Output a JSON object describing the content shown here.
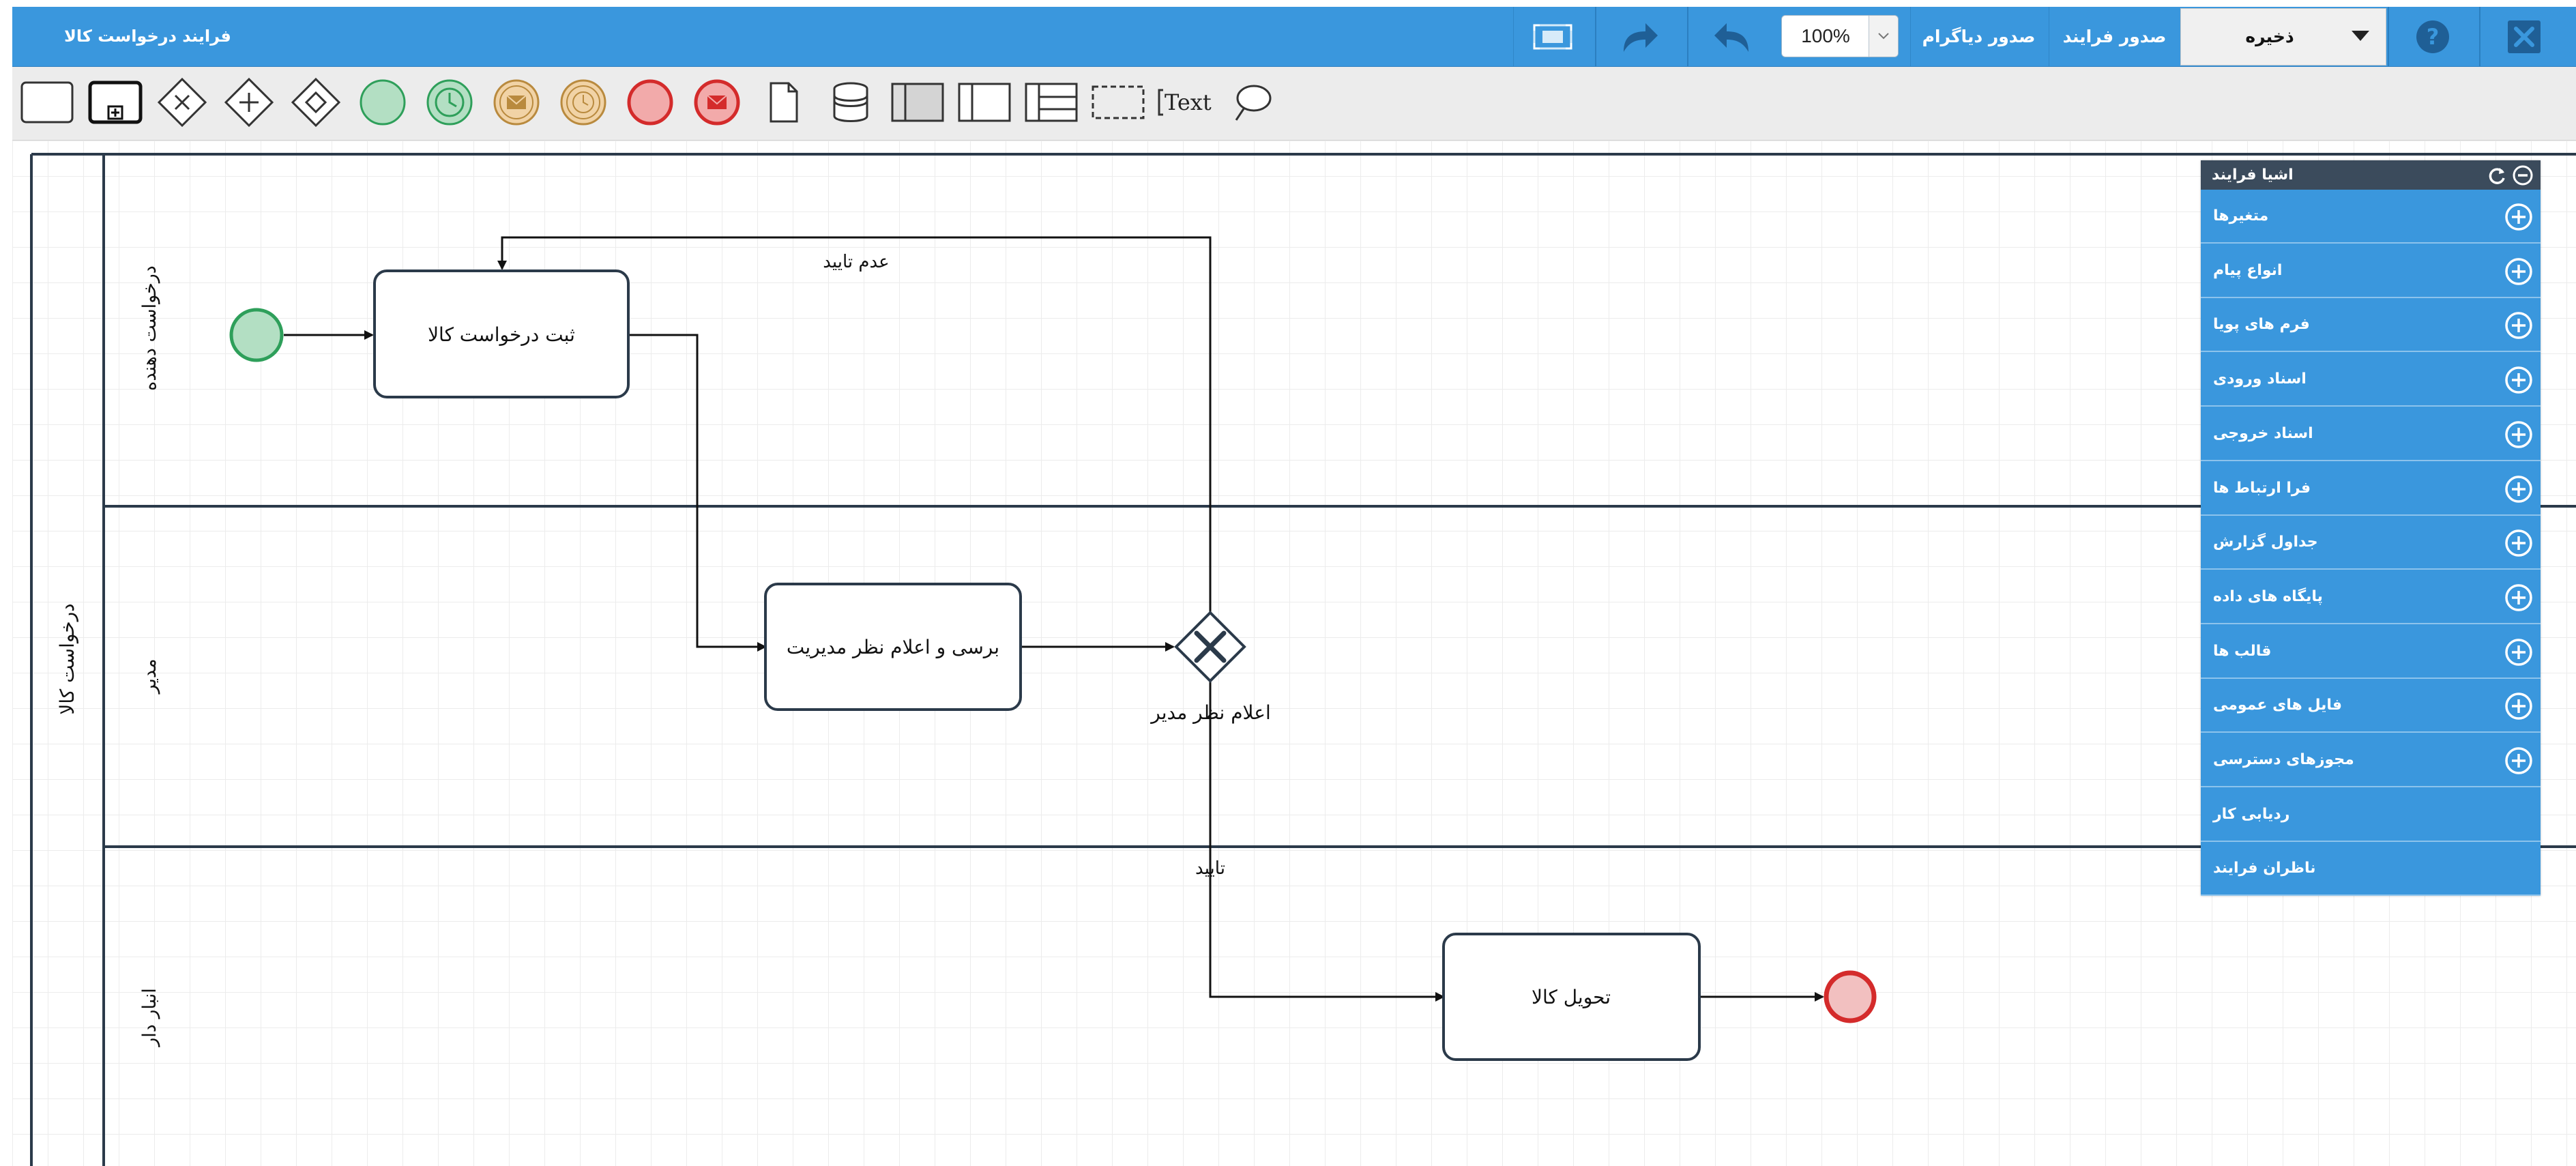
{
  "header": {
    "title": "فرایند درخواست کالا",
    "zoom": "100%",
    "diagram_label": "صدور دیاگرام",
    "process_label": "صدور فرایند",
    "save_label": "ذخیره",
    "colors": {
      "bar": "#3a97dd",
      "text": "#ffffff"
    }
  },
  "toolbar": {
    "tools": [
      "task",
      "subprocess",
      "exclusive-gateway",
      "parallel-gateway",
      "inclusive-gateway",
      "start-event",
      "start-timer-event",
      "start-message-event",
      "intermediate-timer-event",
      "end-event",
      "end-message-event",
      "data-object",
      "data-store",
      "horizontal-pool",
      "vertical-pool",
      "lane",
      "group",
      "text-annotation",
      "comment"
    ],
    "text_tool_label": "Text"
  },
  "diagram": {
    "pool_label": "درخواست کالا",
    "lanes": [
      {
        "label": "درخواست دهنده"
      },
      {
        "label": "مدیر"
      },
      {
        "label": "انبار دار"
      }
    ],
    "tasks": {
      "register": "ثبت درخواست کالا",
      "review": "برسی و اعلام نظر مدیریت",
      "deliver": "تحویل کالا"
    },
    "gateway_label": "اعلام نظر مدیر",
    "flows": {
      "reject": "عدم تایید",
      "approve": "تایید"
    },
    "colors": {
      "start_fill": "#b3dfc3",
      "start_stroke": "#2e9f5a",
      "end_fill": "#f2c0c0",
      "end_stroke": "#d42b2b",
      "shape_stroke": "#2b3a4a"
    }
  },
  "panel": {
    "title": "اشیا فرایند",
    "items": [
      {
        "label": "متغیرها",
        "has_add": true
      },
      {
        "label": "انواع پیام",
        "has_add": true
      },
      {
        "label": "فرم های پویا",
        "has_add": true
      },
      {
        "label": "اسناد ورودی",
        "has_add": true
      },
      {
        "label": "اسناد خروجی",
        "has_add": true
      },
      {
        "label": "فرا ارتباط ها",
        "has_add": true
      },
      {
        "label": "جداول گزارش",
        "has_add": true
      },
      {
        "label": "پایگاه های داده",
        "has_add": true
      },
      {
        "label": "قالب ها",
        "has_add": true
      },
      {
        "label": "فایل های عمومی",
        "has_add": true
      },
      {
        "label": "مجوزهای دسترسی",
        "has_add": true
      },
      {
        "label": "ردیابی کار",
        "has_add": false
      },
      {
        "label": "ناظران فرایند",
        "has_add": false
      }
    ]
  }
}
